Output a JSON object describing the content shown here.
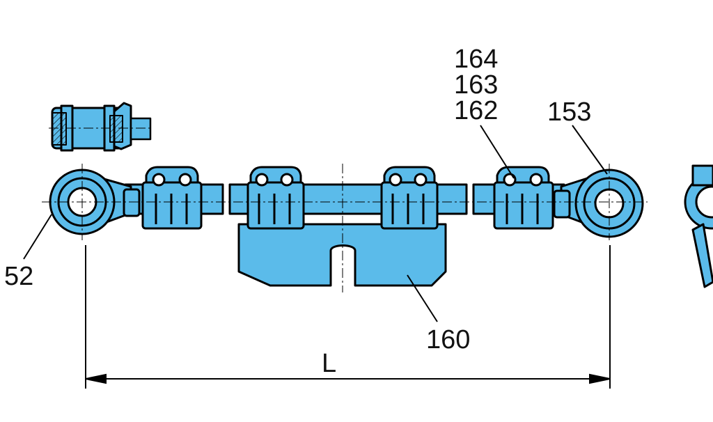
{
  "colors": {
    "part_fill": "#5bbbea",
    "outline": "#000000",
    "background": "#ffffff"
  },
  "labels": {
    "n164": "164",
    "n163": "163",
    "n162": "162",
    "n153": "153",
    "n52": "52",
    "n160": "160",
    "dim_L": "L"
  }
}
